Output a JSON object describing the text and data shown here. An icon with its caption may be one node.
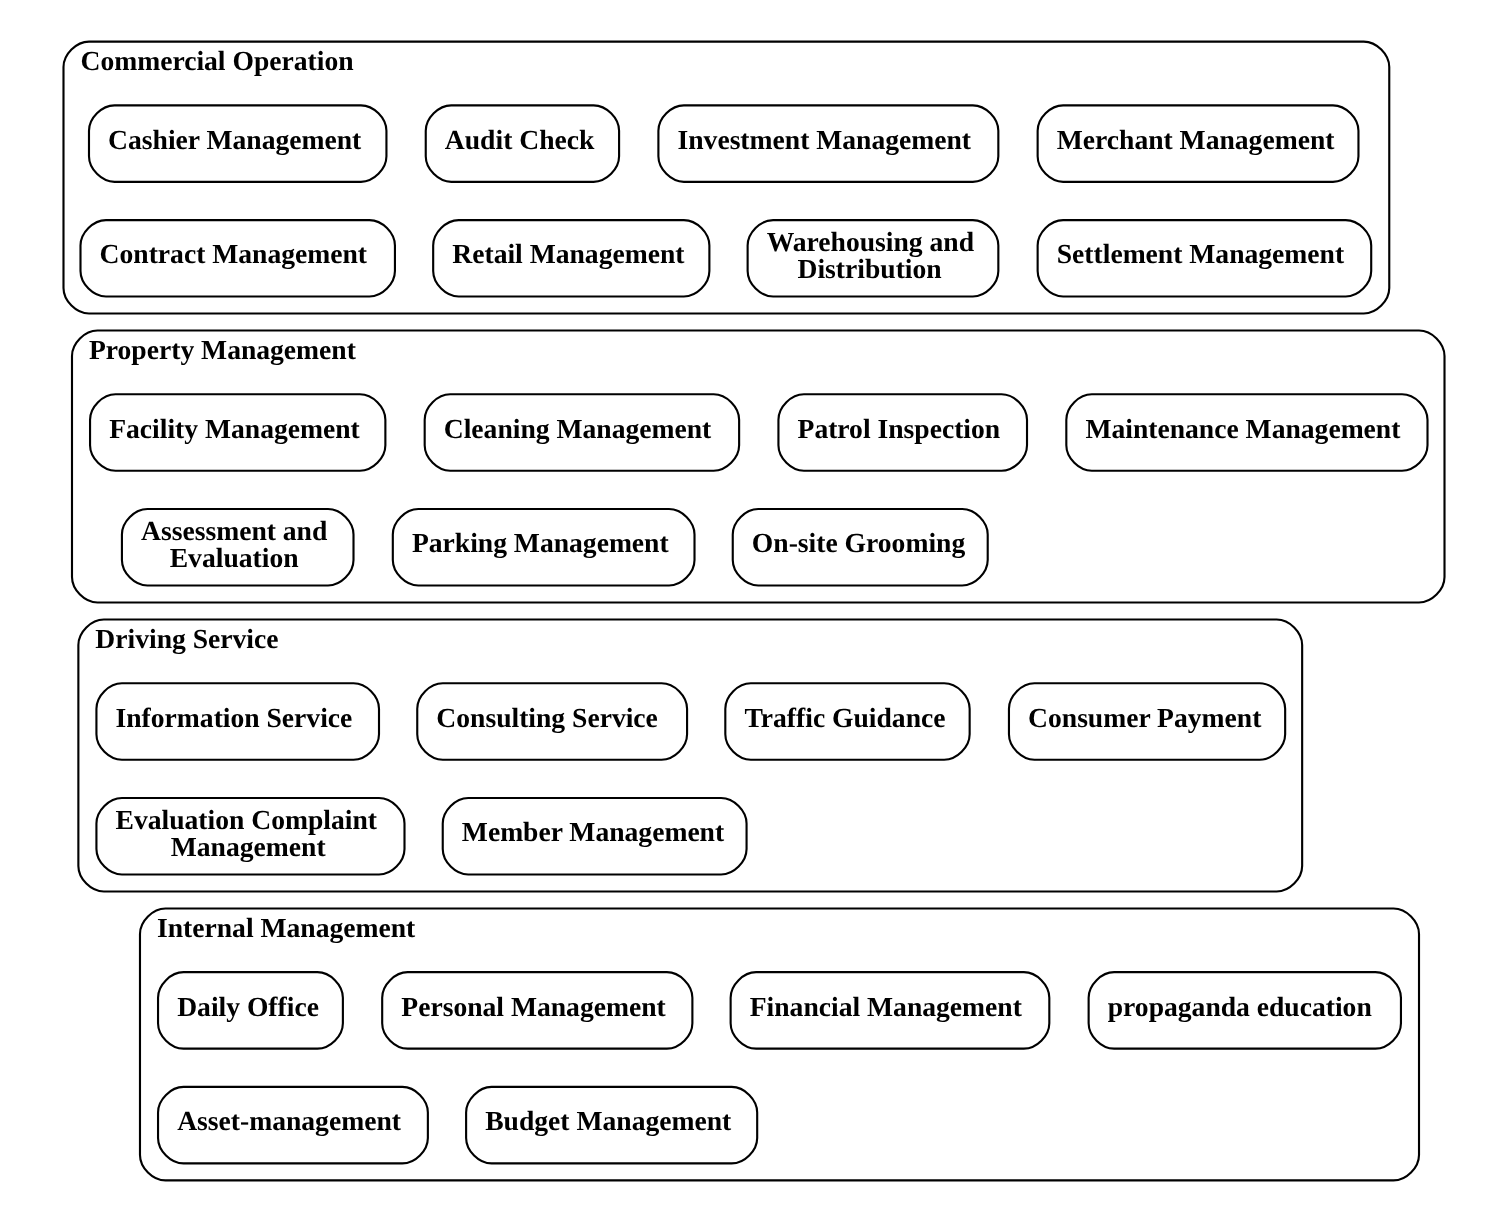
{
  "diagram": {
    "nodes": [
      {
        "text": [
          "Commercial Operation"
        ]
      },
      {
        "text": [
          "Cashier Management"
        ],
        "in": 0
      },
      {
        "text": [
          "Audit Check"
        ],
        "in": 0
      },
      {
        "text": [
          "Investment Management"
        ],
        "in": 0
      },
      {
        "text": [
          "Merchant Management"
        ],
        "in": 0
      },
      {
        "text": [
          "Contract Management"
        ],
        "in": 0
      },
      {
        "text": [
          "Retail Management"
        ],
        "in": 0
      },
      {
        "text": [
          "Warehousing and Distribution"
        ],
        "in": 0
      },
      {
        "text": [
          "Settlement Management"
        ],
        "in": 0
      },
      {
        "text": [
          "Property Management"
        ]
      },
      {
        "text": [
          "Facility Management"
        ],
        "in": 9
      },
      {
        "text": [
          "Cleaning Management"
        ],
        "in": 9
      },
      {
        "text": [
          "Patrol Inspection"
        ],
        "in": 9
      },
      {
        "text": [
          "Maintenance Management"
        ],
        "in": 9
      },
      {
        "text": [
          "Assessment and Evaluation"
        ],
        "in": 9
      },
      {
        "text": [
          "Parking Management"
        ],
        "in": 9
      },
      {
        "text": [
          "On-site Grooming"
        ],
        "in": 9
      },
      {
        "text": [
          "Driving Service"
        ]
      },
      {
        "text": [
          "Information Service"
        ],
        "in": 17
      },
      {
        "text": [
          "Consulting Service"
        ],
        "in": 17
      },
      {
        "text": [
          "Traffic Guidance"
        ],
        "in": 17
      },
      {
        "text": [
          "Consumer Payment"
        ],
        "in": 17
      },
      {
        "text": [
          "Evaluation Complaint Management"
        ],
        "in": 17
      },
      {
        "text": [
          "Member Management"
        ],
        "in": 17
      },
      {
        "text": [
          "Internal Management"
        ]
      },
      {
        "text": [
          "Daily Office"
        ],
        "in": 24
      },
      {
        "text": [
          "Personal Management"
        ],
        "in": 24
      },
      {
        "text": [
          "Financial Management"
        ],
        "in": 24
      },
      {
        "text": [
          "propaganda education"
        ],
        "in": 24
      },
      {
        "text": [
          "Asset-management"
        ],
        "in": 24
      },
      {
        "text": [
          "Budget Management"
        ],
        "in": 24
      }
    ],
    "edges": []
  }
}
